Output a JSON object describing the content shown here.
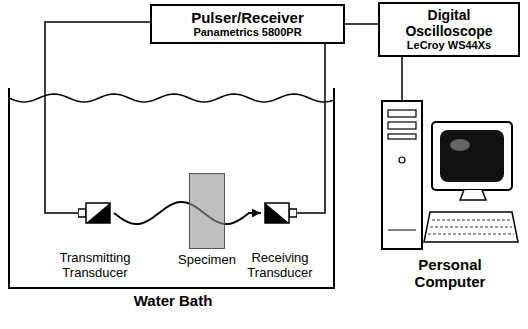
{
  "diagram": {
    "nodes": [
      {
        "text": [
          "Pulser/Receiver",
          "Panametrics 5800PR"
        ]
      },
      {
        "text": [
          "Digital Oscilloscope",
          "LeCroy WS44Xs"
        ]
      },
      {
        "text": [
          "Water Bath"
        ]
      },
      {
        "text": [
          "Transmitting Transducer"
        ],
        "in": 2
      },
      {
        "text": [
          "Specimen"
        ],
        "in": 2
      },
      {
        "text": [
          "Receiving Transducer"
        ],
        "in": 2
      },
      {
        "text": [
          "Personal Computer"
        ]
      }
    ],
    "edges": [
      {
        "from": 0,
        "to": 1,
        "arrow": "none"
      },
      {
        "from": 0,
        "to": 3,
        "arrow": "none"
      },
      {
        "from": 0,
        "to": 5,
        "arrow": "none"
      },
      {
        "from": 1,
        "to": 6,
        "arrow": "none"
      },
      {
        "from": 3,
        "to": 5,
        "arrow": "to"
      }
    ]
  }
}
